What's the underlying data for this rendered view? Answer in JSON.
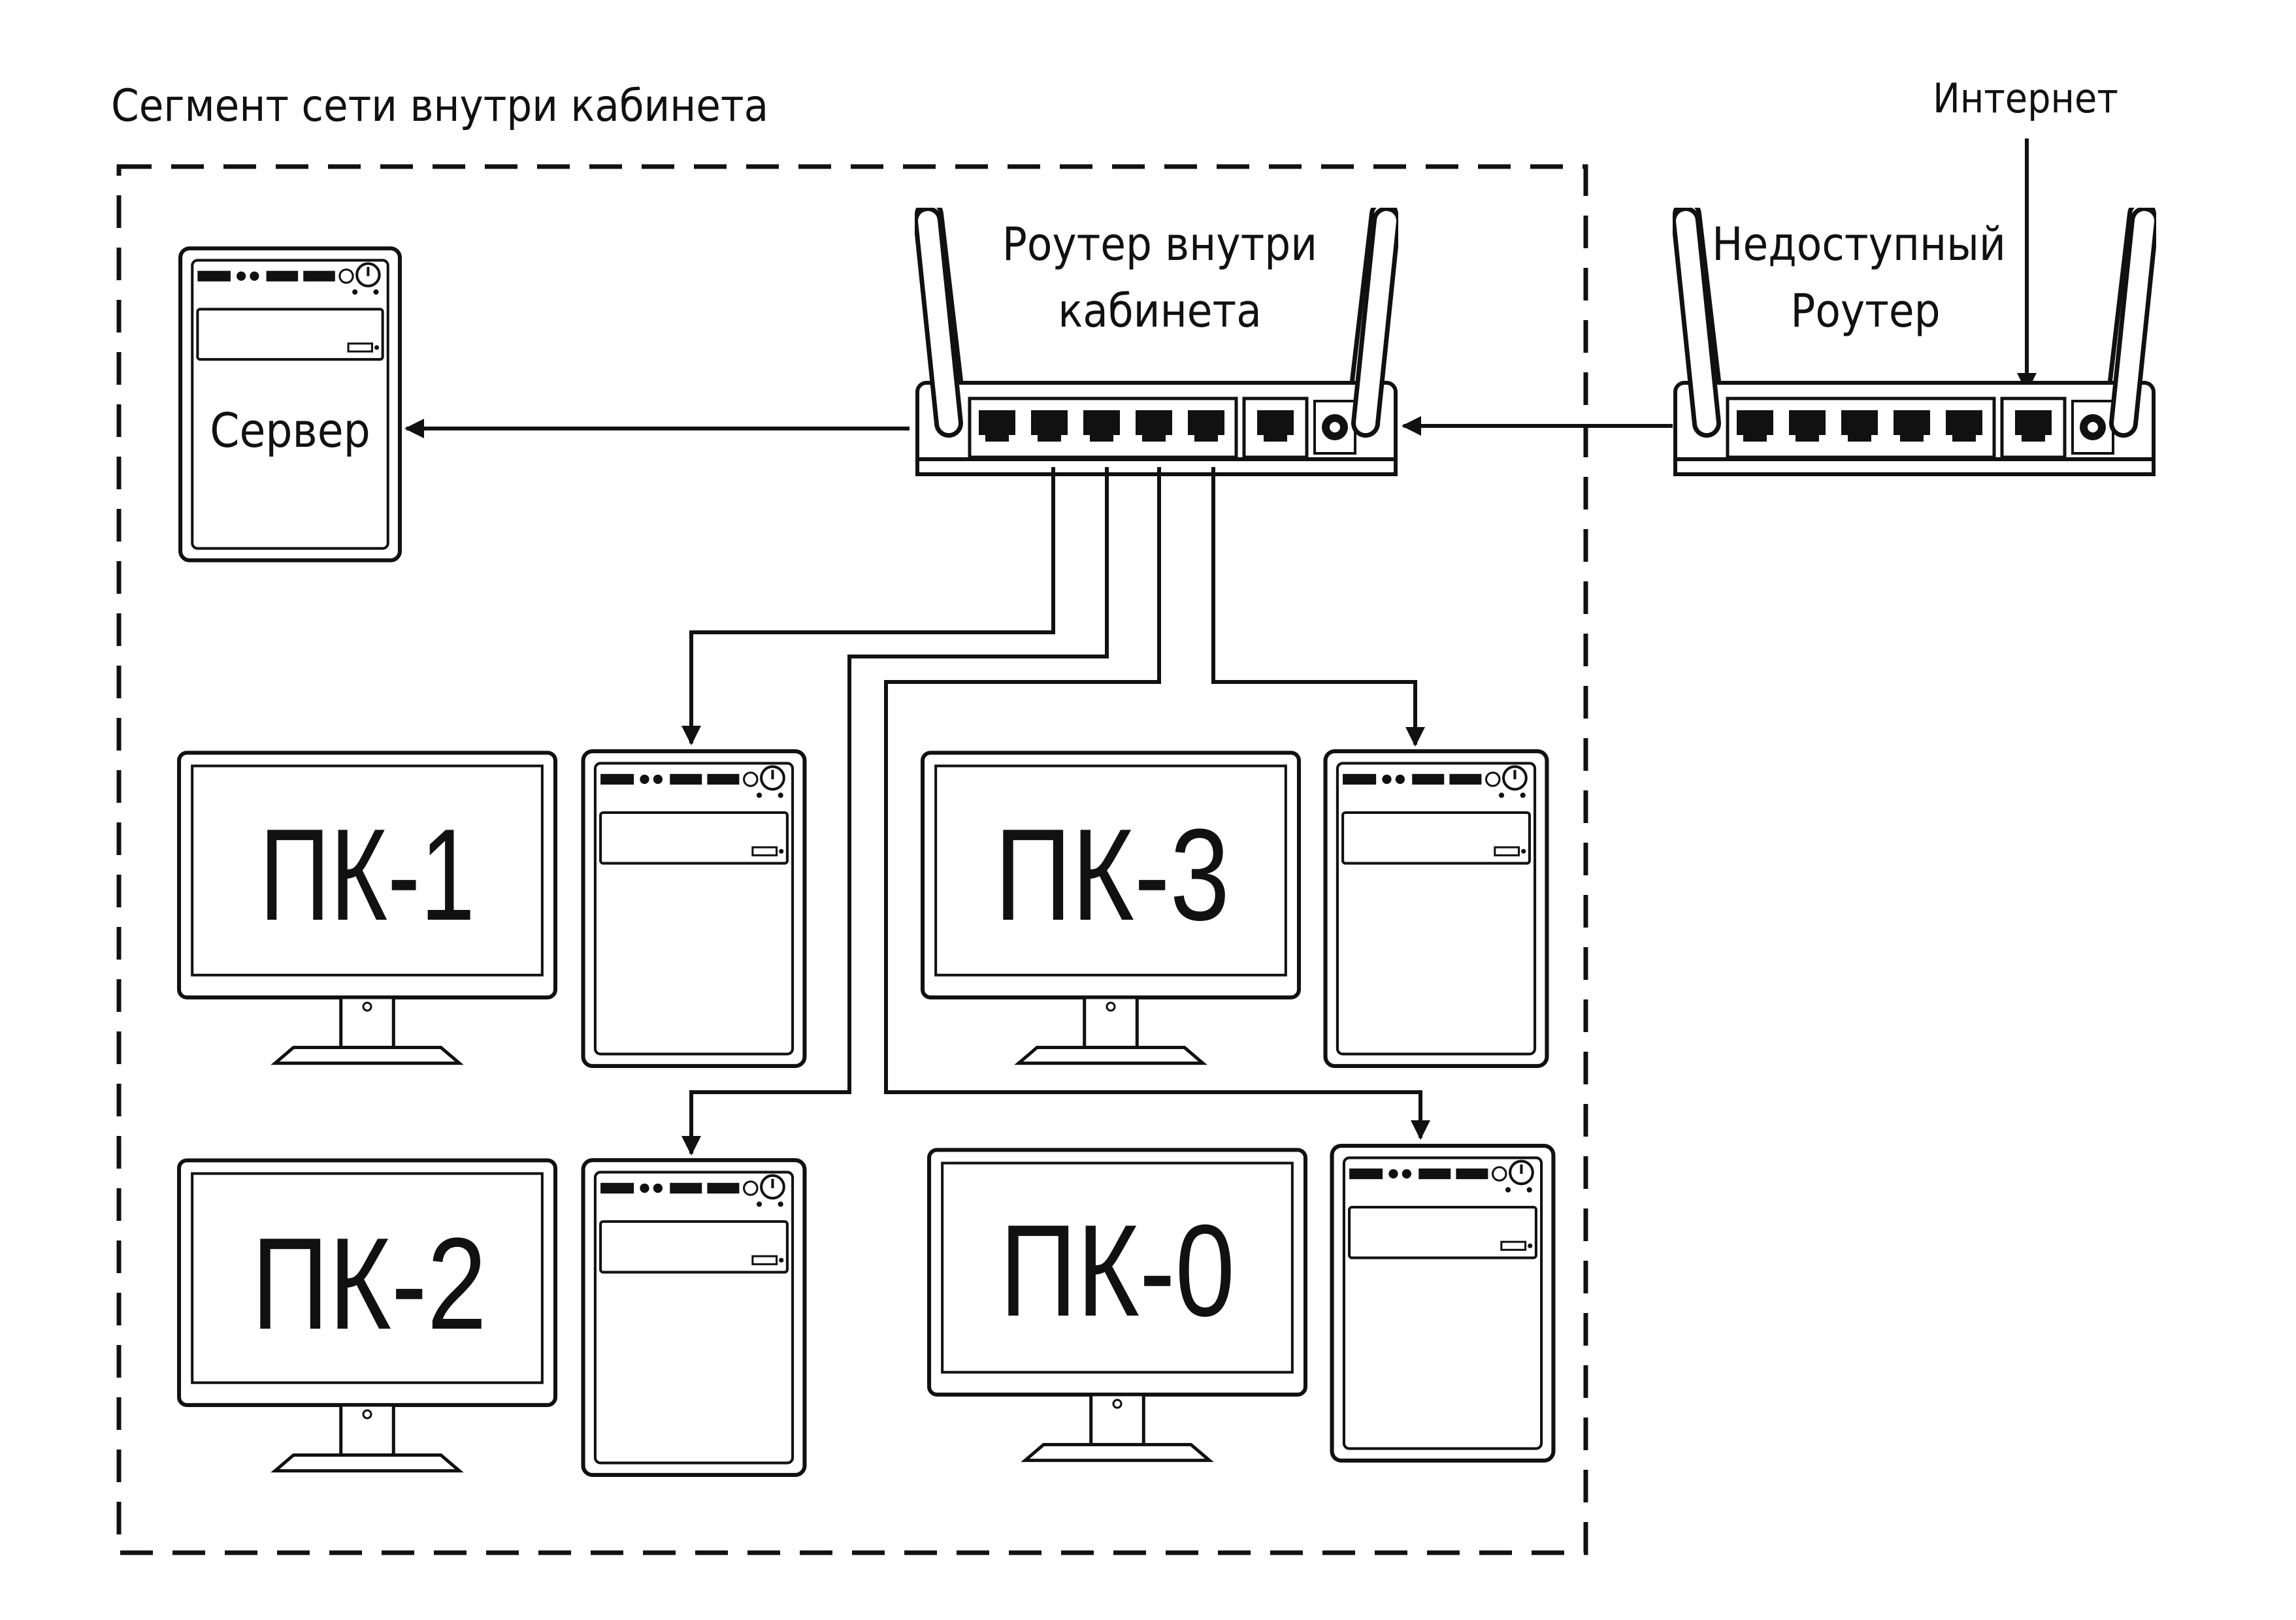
{
  "segment": {
    "label": "Сегмент сети внутри кабинета"
  },
  "internet": {
    "label": "Интернет"
  },
  "inner_router": {
    "label_line1": "Роутер внутри",
    "label_line2": "кабинета"
  },
  "outer_router": {
    "label_line1": "Недоступный",
    "label_line2": "Роутер"
  },
  "server": {
    "label": "Сервер"
  },
  "pcs": [
    {
      "id": "pc1",
      "label": "ПК-1"
    },
    {
      "id": "pc3",
      "label": "ПК-3"
    },
    {
      "id": "pc2",
      "label": "ПК-2"
    },
    {
      "id": "pc0",
      "label": "ПК-0"
    }
  ],
  "colors": {
    "stroke": "#111111",
    "background": "#ffffff"
  }
}
